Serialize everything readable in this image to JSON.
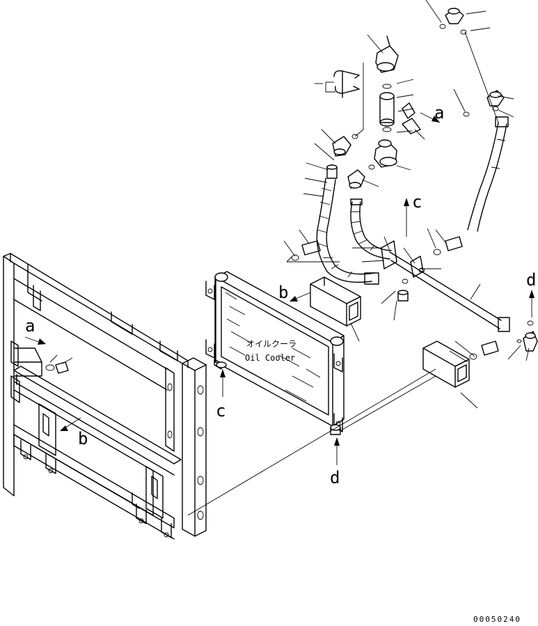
{
  "diagram": {
    "callouts": {
      "a_top": "a",
      "a_left": "a",
      "b_left": "b",
      "b_mid": "b",
      "c_top": "c",
      "c_bottom": "c",
      "d_right": "d",
      "d_bottom": "d"
    },
    "part_label_jp": "オイルクーラ",
    "part_label_en": "Oil Cooler",
    "drawing_code": "00050240"
  }
}
